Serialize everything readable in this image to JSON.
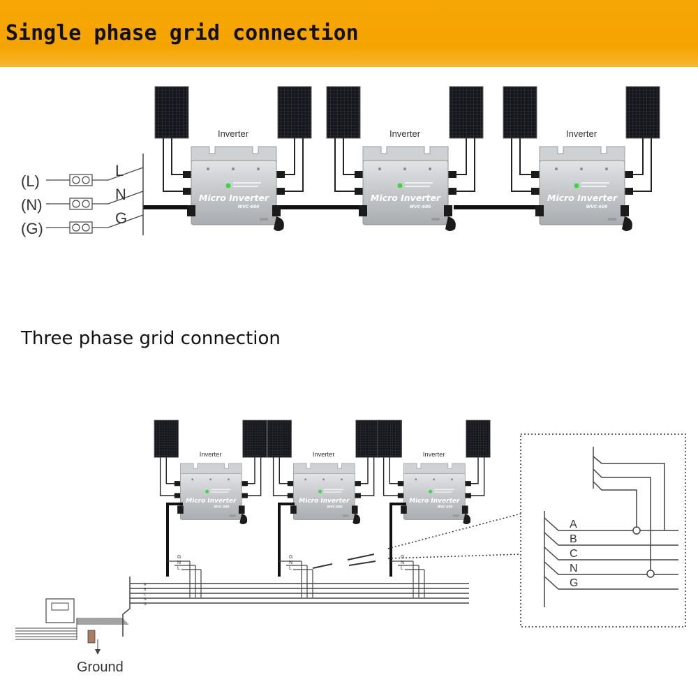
{
  "banner": {
    "title": "Single phase grid connection",
    "color": "#f5a300"
  },
  "three_phase": {
    "title": "Three phase grid connection"
  },
  "single_phase_terminals": [
    {
      "id": "L",
      "label": "(L)",
      "wire": "L"
    },
    {
      "id": "N",
      "label": "(N)",
      "wire": "N"
    },
    {
      "id": "G",
      "label": "(G)",
      "wire": "G"
    }
  ],
  "inverter": {
    "caption": "Inverter",
    "brand": "Micro Inverter",
    "model": "WVC-600"
  },
  "three_phase_bus_labels": [
    "A",
    "B",
    "C",
    "N",
    "G"
  ],
  "drop_labels": [
    "G",
    "N",
    "L"
  ],
  "ground_label": "Ground",
  "icons": [
    "solar-panel-icon",
    "micro-inverter-icon",
    "terminal-block-icon",
    "meter-box-icon"
  ]
}
